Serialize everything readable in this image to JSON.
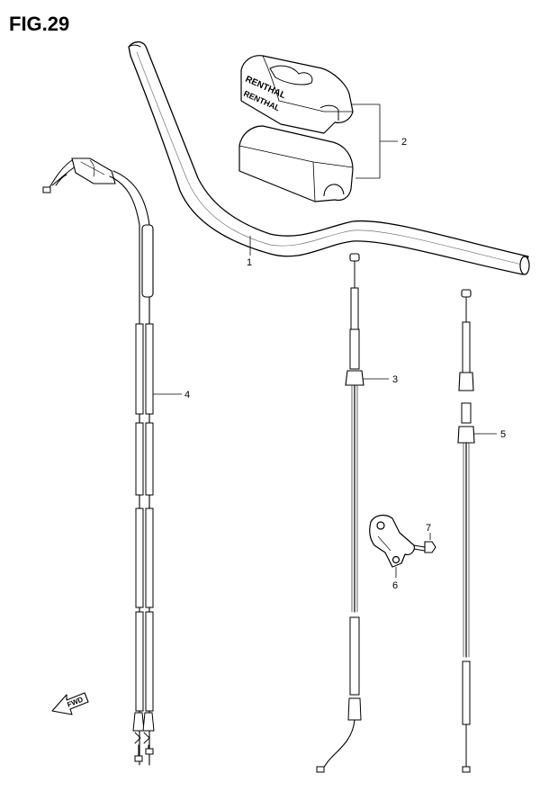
{
  "figure": {
    "title": "FIG.29"
  },
  "parts": [
    {
      "number": "1"
    },
    {
      "number": "2"
    },
    {
      "number": "3"
    },
    {
      "number": "4"
    },
    {
      "number": "5"
    },
    {
      "number": "6"
    },
    {
      "number": "7"
    }
  ],
  "pad_brand": {
    "top_text": "RENTHAL",
    "side_text": "RENTHAL"
  },
  "direction_marker": {
    "label": "FWD",
    "icon": "fwd-arrow-icon"
  }
}
